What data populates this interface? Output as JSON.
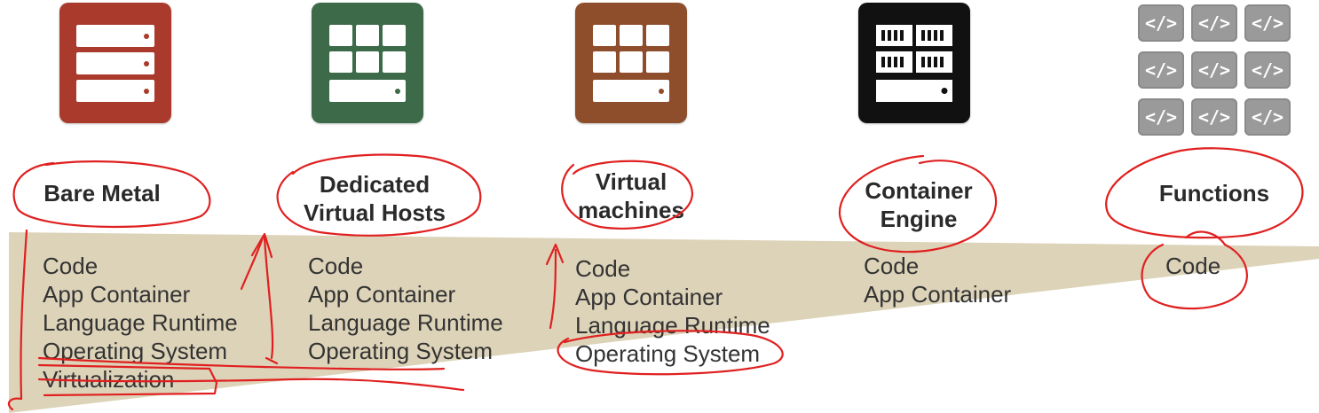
{
  "colors": {
    "bare_metal": "#a93a2c",
    "dedicated_hosts": "#3d6b4a",
    "virtual_machines": "#8e4e2c",
    "container_engine": "#111111",
    "functions": "#9a9a9a",
    "wedge": "#ddd3b9",
    "annotation": "#e02020"
  },
  "columns": [
    {
      "icon": "bare-metal-server-icon",
      "title_lines": [
        "Bare Metal"
      ],
      "layers": [
        "Code",
        "App Container",
        "Language Runtime",
        "Operating System",
        "Virtualization"
      ]
    },
    {
      "icon": "dedicated-virtual-hosts-icon",
      "title_lines": [
        "Dedicated",
        "Virtual Hosts"
      ],
      "layers": [
        "Code",
        "App Container",
        "Language Runtime",
        "Operating System"
      ]
    },
    {
      "icon": "virtual-machines-icon",
      "title_lines": [
        "Virtual",
        "machines"
      ],
      "layers": [
        "Code",
        "App Container",
        "Language Runtime",
        "Operating System"
      ]
    },
    {
      "icon": "container-engine-icon",
      "title_lines": [
        "Container",
        "Engine"
      ],
      "layers": [
        "Code",
        "App Container"
      ]
    },
    {
      "icon": "functions-code-grid-icon",
      "title_lines": [
        "Functions"
      ],
      "layers": [
        "Code"
      ]
    }
  ],
  "function_tile_glyph": "</>"
}
